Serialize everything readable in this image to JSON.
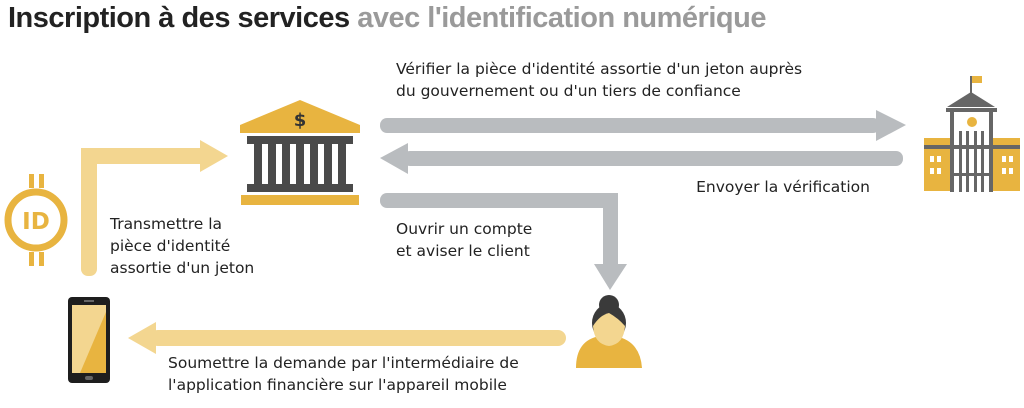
{
  "title": {
    "part1": "Inscription à des services",
    "part2": "avec l'identification numérique"
  },
  "steps": {
    "verify": [
      "Vérifier la pièce d'identité assortie d'un jeton auprès",
      "du gouvernement ou d'un tiers de confiance"
    ],
    "send_verification": [
      "Envoyer la vérification"
    ],
    "open_account": [
      "Ouvrir un compte",
      "et aviser le client"
    ],
    "transmit": [
      "Transmettre la",
      "pièce d'identité",
      "assortie d'un jeton"
    ],
    "submit": [
      "Soumettre la demande par l'intermédiaire de",
      "l'application financière sur l'appareil mobile"
    ]
  },
  "icons": {
    "bank": "bank-icon",
    "government": "government-building-icon",
    "id_token": "id-token-icon",
    "phone": "mobile-phone-icon",
    "client": "client-person-icon"
  },
  "id_badge_text": "ID",
  "bank_symbol": "$",
  "colors": {
    "yellow": "#e8b440",
    "light_yellow": "#f3d690",
    "gray": "#b9bcbf",
    "dark": "#4a4a4a"
  }
}
